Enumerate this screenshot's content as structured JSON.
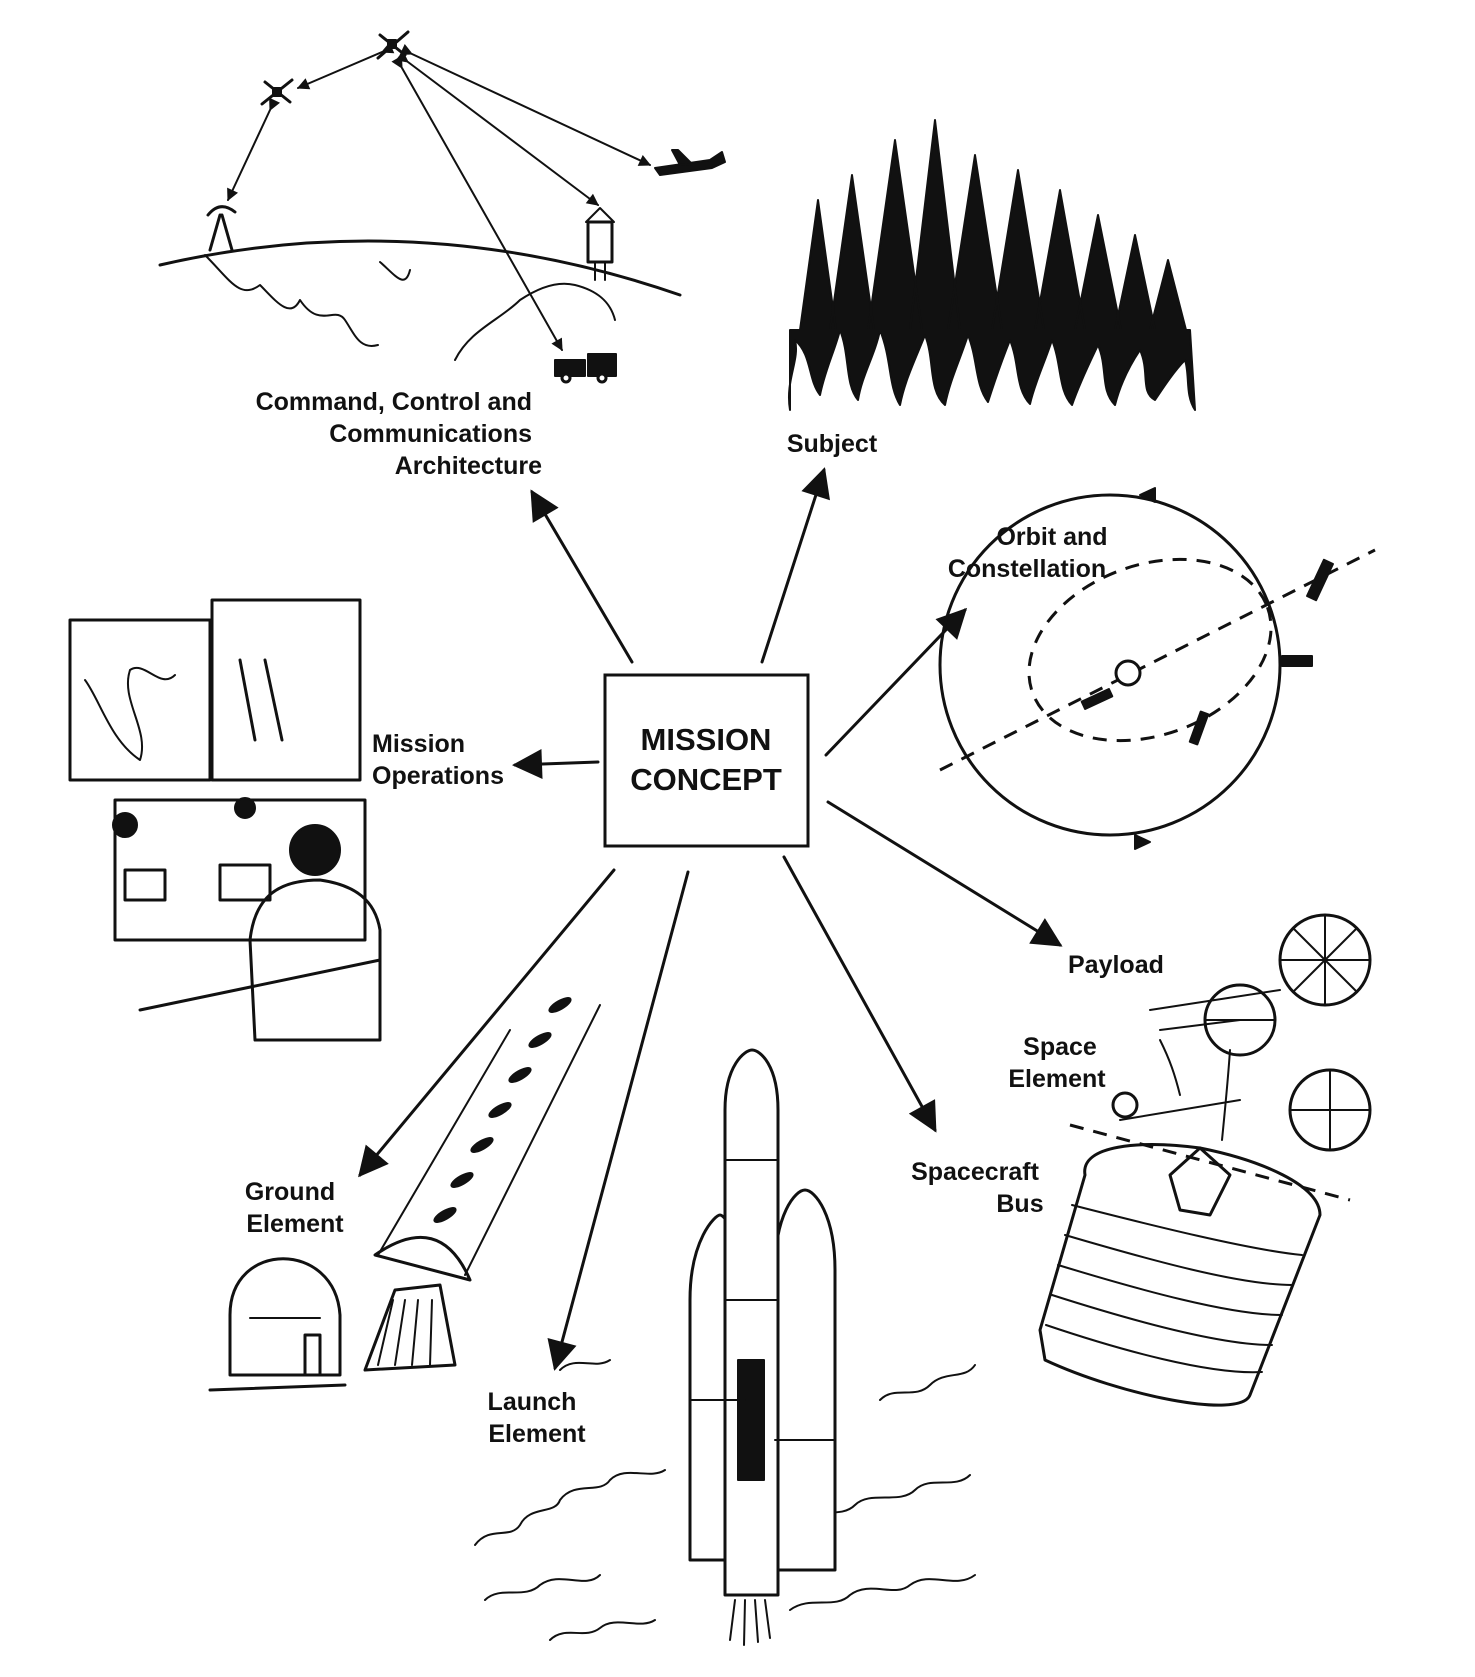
{
  "center": {
    "line1": "MISSION",
    "line2": "CONCEPT"
  },
  "labels": {
    "c3": [
      "Command, Control and",
      "Communications",
      "Architecture"
    ],
    "subject": [
      "Subject"
    ],
    "orbit": [
      "Orbit and",
      "Constellation"
    ],
    "operations": [
      "Mission",
      "Operations"
    ],
    "payload": [
      "Payload"
    ],
    "space_element": [
      "Space",
      "Element"
    ],
    "spacecraft_bus": [
      "Spacecraft",
      "Bus"
    ],
    "ground": [
      "Ground",
      "Element"
    ],
    "launch": [
      "Launch",
      "Element"
    ]
  }
}
